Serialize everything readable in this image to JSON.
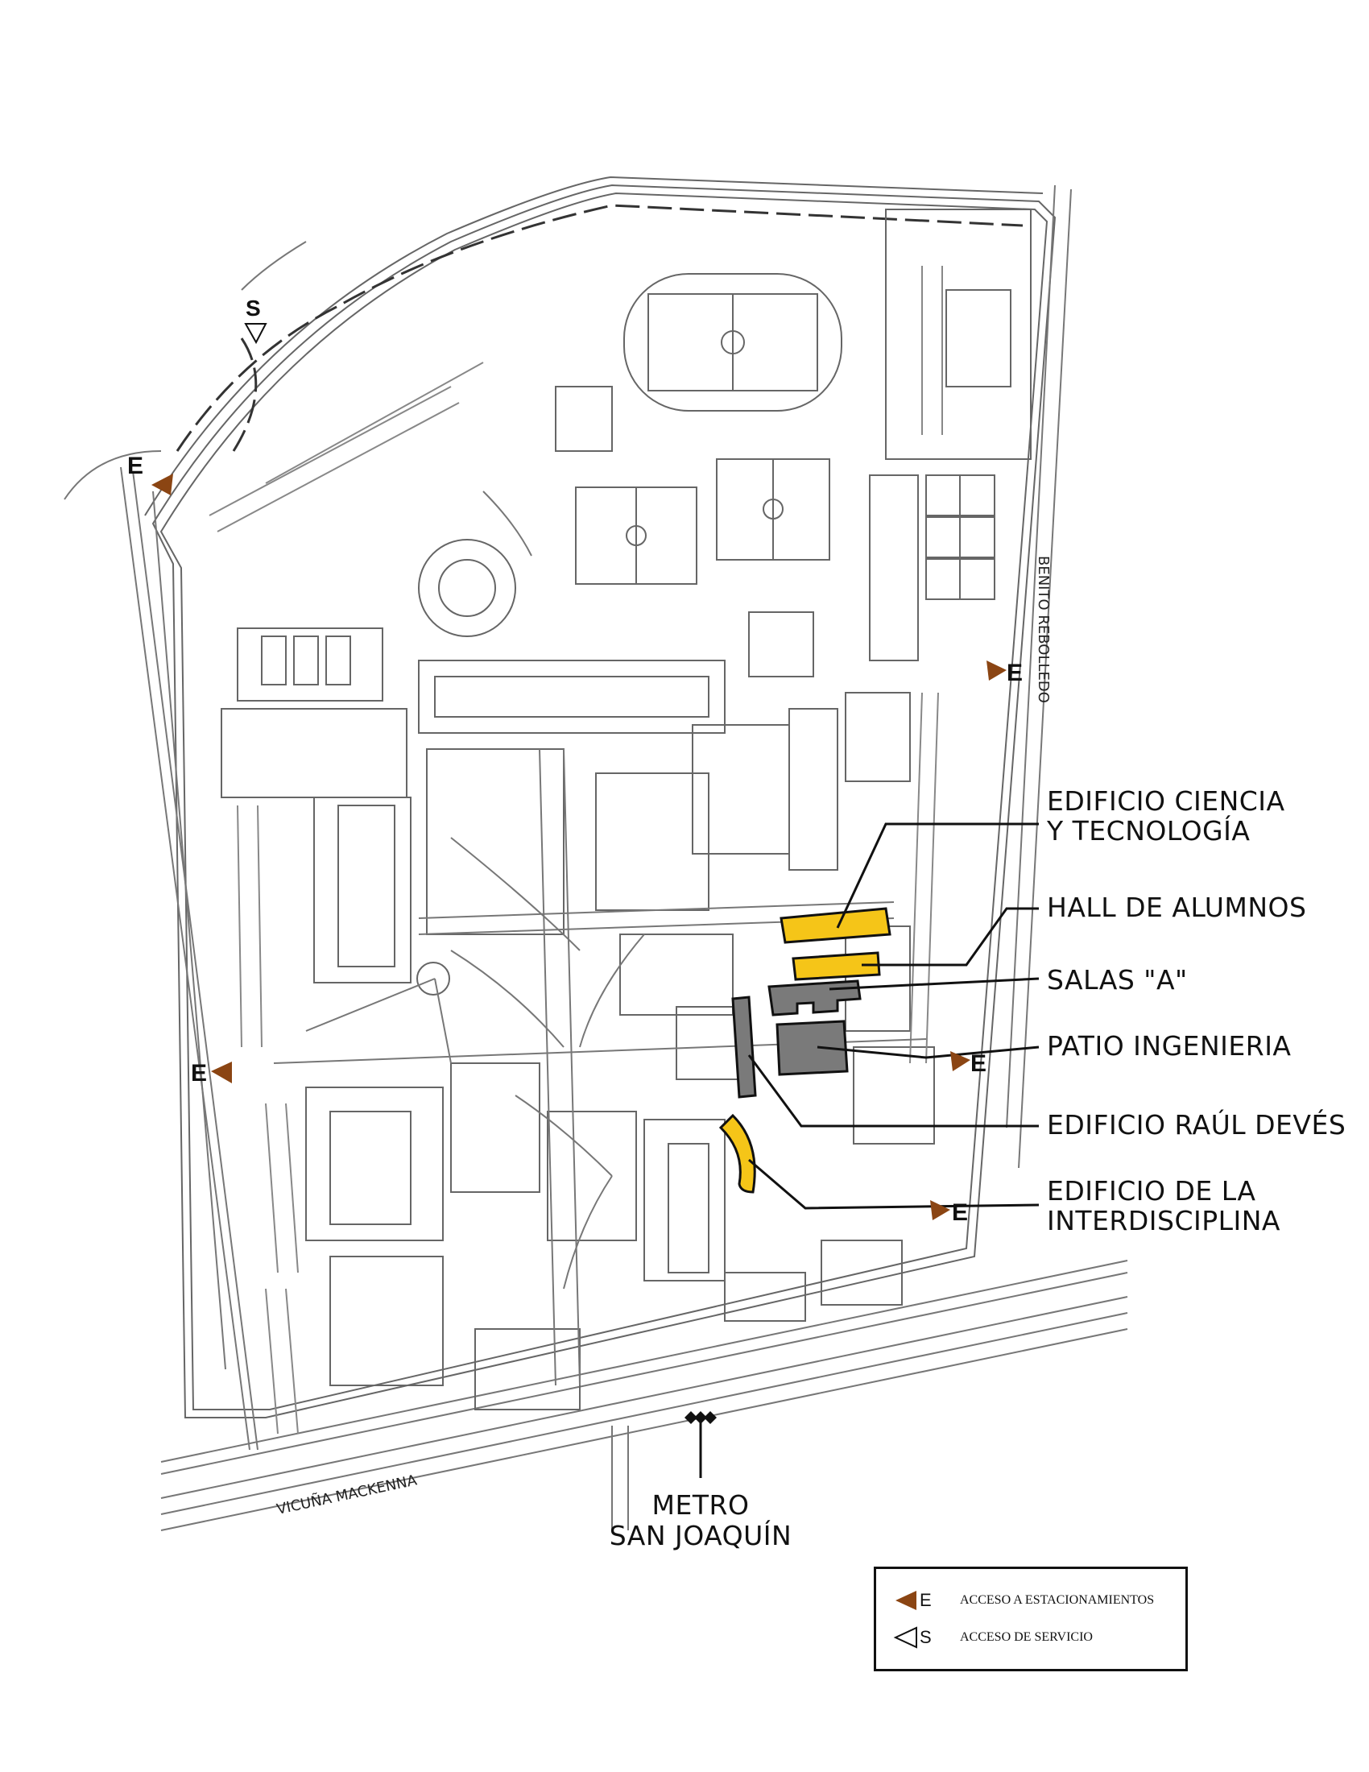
{
  "labels": {
    "ciencia_tecnologia_1": "EDIFICIO CIENCIA",
    "ciencia_tecnologia_2": "Y TECNOLOGÍA",
    "hall_alumnos": "HALL DE ALUMNOS",
    "salas_a": "SALAS \"A\"",
    "patio_ingenieria": "PATIO INGENIERIA",
    "raul_deves": "EDIFICIO RAÚL DEVÉS",
    "interdisciplina_1": "EDIFICIO DE LA",
    "interdisciplina_2": "INTERDISCIPLINA",
    "metro_1": "METRO",
    "metro_2": "SAN JOAQUÍN"
  },
  "streets": {
    "benito_rebolledo": "BENITO REBOLLEDO",
    "vicuna_mackenna": "VICUÑA MACKENNA"
  },
  "markers": {
    "parking_letter": "E",
    "service_letter": "S"
  },
  "legend": {
    "parking_key": "E",
    "parking_text": "ACCESO A ESTACIONAMIENTOS",
    "service_key": "S",
    "service_text": "ACCESO DE SERVICIO"
  },
  "colors": {
    "highlight_yellow": "#f5c518",
    "highlight_gray": "#7a7a7a",
    "parking_marker": "#8b4513",
    "line": "#555555"
  }
}
